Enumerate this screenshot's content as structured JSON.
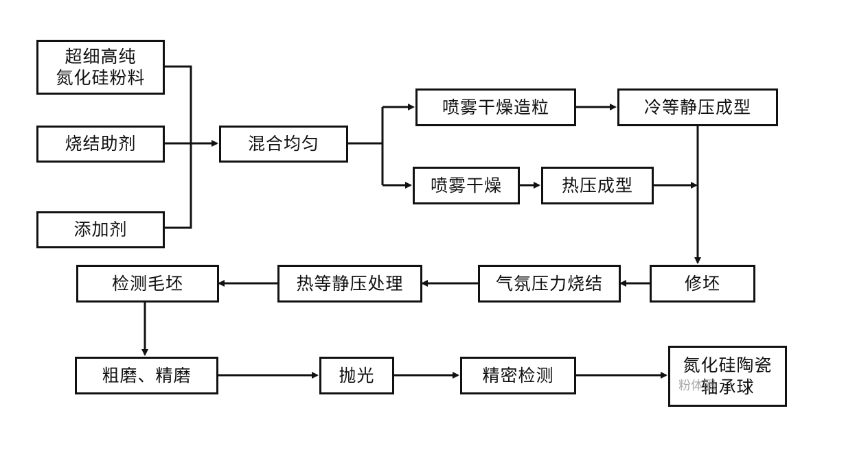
{
  "diagram": {
    "nodes": {
      "raw_powder": [
        "超细高纯",
        "氮化硅粉料"
      ],
      "sintering_aid": "烧结助剂",
      "additive": "添加剂",
      "mixing": "混合均匀",
      "spray_dry_granulate": "喷雾干燥造粒",
      "cold_isostatic": "冷等静压成型",
      "spray_dry": "喷雾干燥",
      "hot_press": "热压成型",
      "trim": "修坯",
      "gas_pressure_sinter": "气氛压力烧结",
      "hip": "热等静压处理",
      "inspect_blank": "检测毛坯",
      "grinding": "粗磨、精磨",
      "polishing": "抛光",
      "precision_inspect": "精密检测",
      "final": [
        "氮化硅陶瓷",
        "轴承球"
      ]
    },
    "watermark": "粉体圈"
  }
}
